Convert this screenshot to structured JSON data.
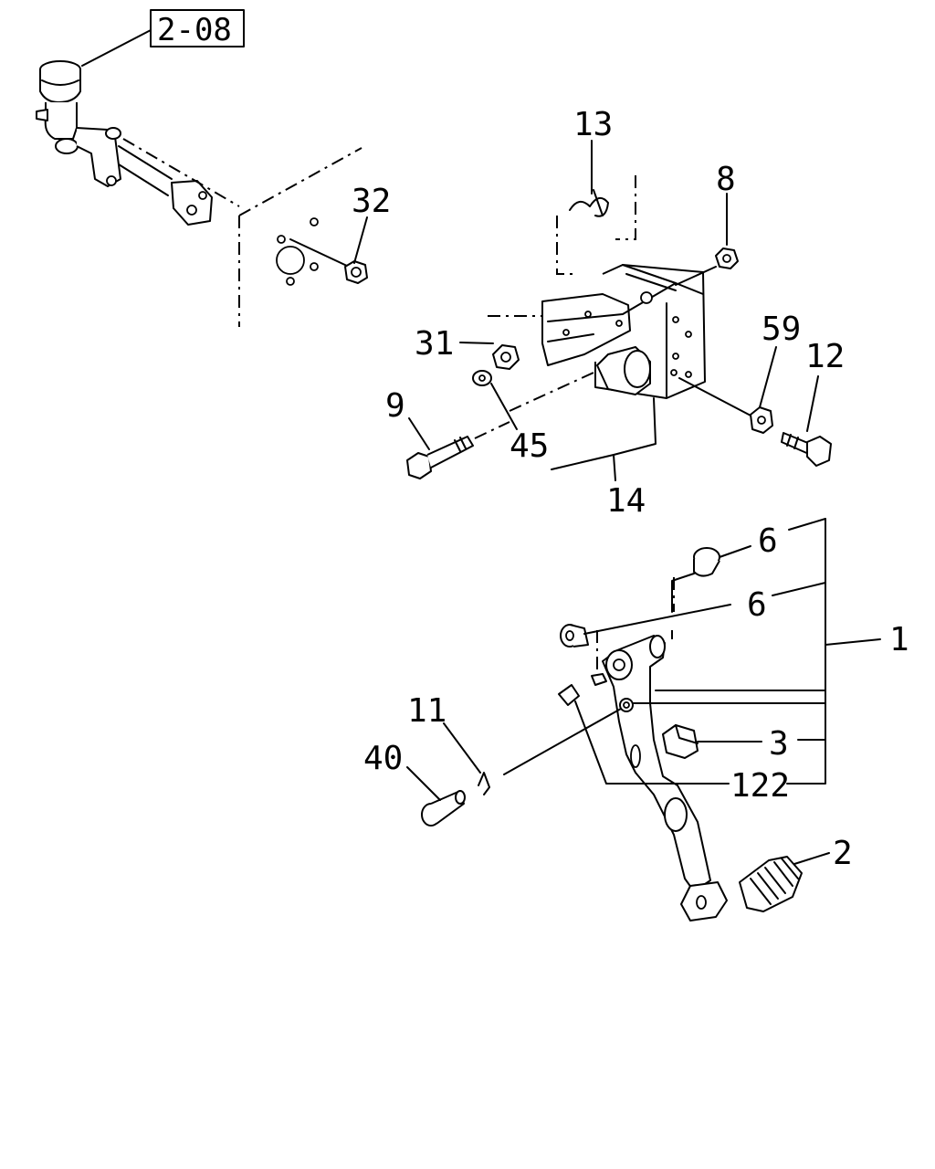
{
  "diagram": {
    "reference_box": "2-08",
    "callouts": {
      "c13": "13",
      "c8": "8",
      "c32": "32",
      "c31": "31",
      "c59": "59",
      "c12": "12",
      "c9": "9",
      "c45": "45",
      "c14": "14",
      "c6a": "6",
      "c6b": "6",
      "c1": "1",
      "c11": "11",
      "c40": "40",
      "c3": "3",
      "c122": "122",
      "c2": "2"
    }
  }
}
